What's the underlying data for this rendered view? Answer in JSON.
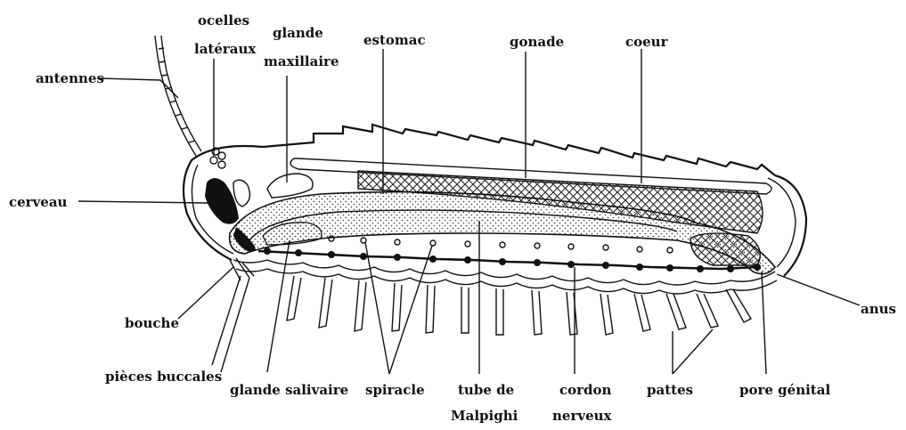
{
  "labels": {
    "antennes": "antennes",
    "ocelles_1": "ocelles",
    "ocelles_2": "latéraux",
    "glande_max_1": "glande",
    "glande_max_2": "maxillaire",
    "estomac": "estomac",
    "gonade": "gonade",
    "coeur": "coeur",
    "cerveau": "cerveau",
    "bouche": "bouche",
    "pieces_buccales": "pièces buccales",
    "glande_salivaire": "glande salivaire",
    "spiracle": "spiracle",
    "tube_1": "tube de",
    "tube_2": "Malpighi",
    "cordon_1": "cordon",
    "cordon_2": "nerveux",
    "pattes": "pattes",
    "pore_genital": "pore génital",
    "anus": "anus"
  }
}
